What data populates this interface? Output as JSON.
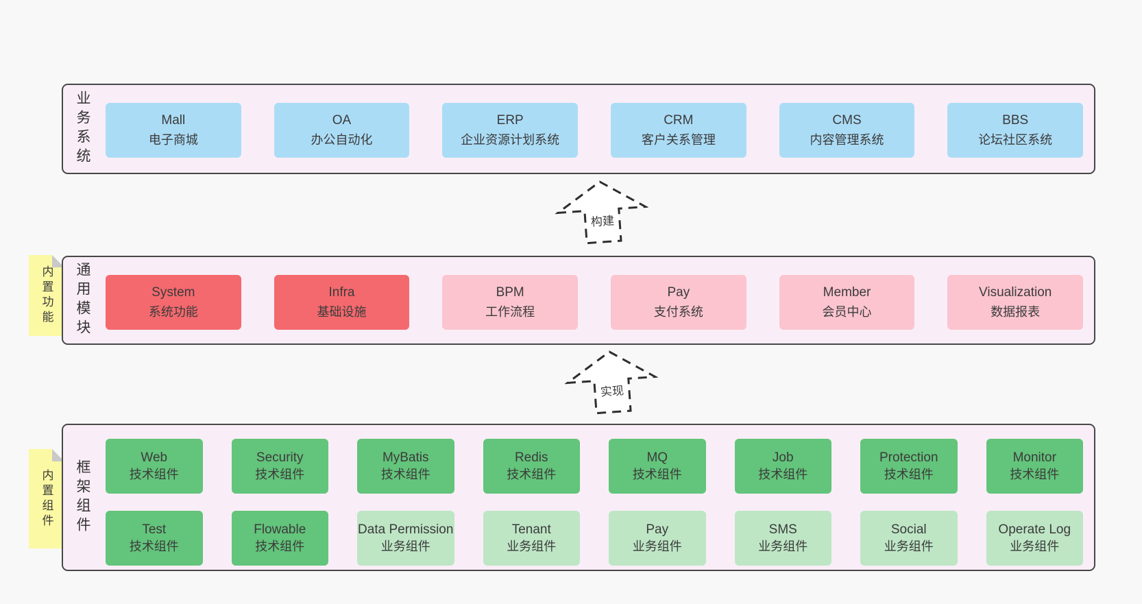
{
  "colors": {
    "page_bg": "#f8f8f8",
    "panel_bg": "#f9eef7",
    "panel_border": "#474747",
    "box_blue": "#abdcf6",
    "box_red": "#f4696e",
    "box_pink": "#fbc4cf",
    "box_green": "#63c47b",
    "box_green_light": "#bee6c5",
    "tag_yellow": "#fbf9a3",
    "tag_fold_gray": "#c9c9c9",
    "arrow_stroke": "#2e2e2e",
    "text": "#3b3b3b"
  },
  "layers": {
    "business": {
      "side_label": "业务系统",
      "boxes": [
        {
          "title": "Mall",
          "subtitle": "电子商城",
          "variant": "blue"
        },
        {
          "title": "OA",
          "subtitle": "办公自动化",
          "variant": "blue"
        },
        {
          "title": "ERP",
          "subtitle": "企业资源计划系统",
          "variant": "blue"
        },
        {
          "title": "CRM",
          "subtitle": "客户关系管理",
          "variant": "blue"
        },
        {
          "title": "CMS",
          "subtitle": "内容管理系统",
          "variant": "blue"
        },
        {
          "title": "BBS",
          "subtitle": "论坛社区系统",
          "variant": "blue"
        }
      ]
    },
    "common": {
      "side_label": "通用模块",
      "tag": "内置功能",
      "boxes": [
        {
          "title": "System",
          "subtitle": "系统功能",
          "variant": "red"
        },
        {
          "title": "Infra",
          "subtitle": "基础设施",
          "variant": "red"
        },
        {
          "title": "BPM",
          "subtitle": "工作流程",
          "variant": "pink"
        },
        {
          "title": "Pay",
          "subtitle": "支付系统",
          "variant": "pink"
        },
        {
          "title": "Member",
          "subtitle": "会员中心",
          "variant": "pink"
        },
        {
          "title": "Visualization",
          "subtitle": "数据报表",
          "variant": "pink"
        }
      ]
    },
    "components": {
      "side_label": "框架组件",
      "tag": "内置组件",
      "rows": [
        [
          {
            "title": "Web",
            "subtitle": "技术组件",
            "variant": "green"
          },
          {
            "title": "Security",
            "subtitle": "技术组件",
            "variant": "green"
          },
          {
            "title": "MyBatis",
            "subtitle": "技术组件",
            "variant": "green"
          },
          {
            "title": "Redis",
            "subtitle": "技术组件",
            "variant": "green"
          },
          {
            "title": "MQ",
            "subtitle": "技术组件",
            "variant": "green"
          },
          {
            "title": "Job",
            "subtitle": "技术组件",
            "variant": "green"
          },
          {
            "title": "Protection",
            "subtitle": "技术组件",
            "variant": "green"
          },
          {
            "title": "Monitor",
            "subtitle": "技术组件",
            "variant": "green"
          }
        ],
        [
          {
            "title": "Test",
            "subtitle": "技术组件",
            "variant": "green"
          },
          {
            "title": "Flowable",
            "subtitle": "技术组件",
            "variant": "green"
          },
          {
            "title": "Data Permission",
            "subtitle": "业务组件",
            "variant": "green-light"
          },
          {
            "title": "Tenant",
            "subtitle": "业务组件",
            "variant": "green-light"
          },
          {
            "title": "Pay",
            "subtitle": "业务组件",
            "variant": "green-light"
          },
          {
            "title": "SMS",
            "subtitle": "业务组件",
            "variant": "green-light"
          },
          {
            "title": "Social",
            "subtitle": "业务组件",
            "variant": "green-light"
          },
          {
            "title": "Operate Log",
            "subtitle": "业务组件",
            "variant": "green-light"
          }
        ]
      ]
    }
  },
  "arrows": [
    {
      "label": "构建"
    },
    {
      "label": "实现"
    }
  ]
}
